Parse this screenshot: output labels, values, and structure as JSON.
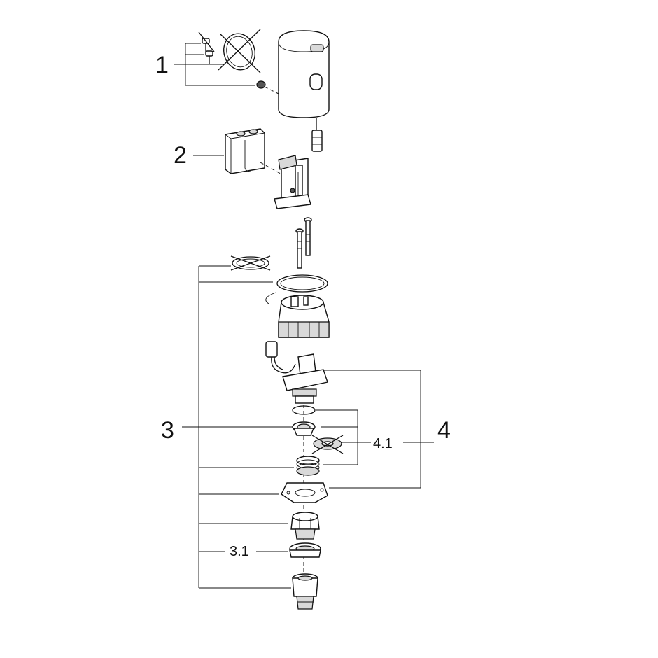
{
  "labels": {
    "item_1": "1",
    "item_2": "2",
    "item_3": "3",
    "item_3_1": "3.1",
    "item_4": "4",
    "item_4_1": "4.1"
  }
}
